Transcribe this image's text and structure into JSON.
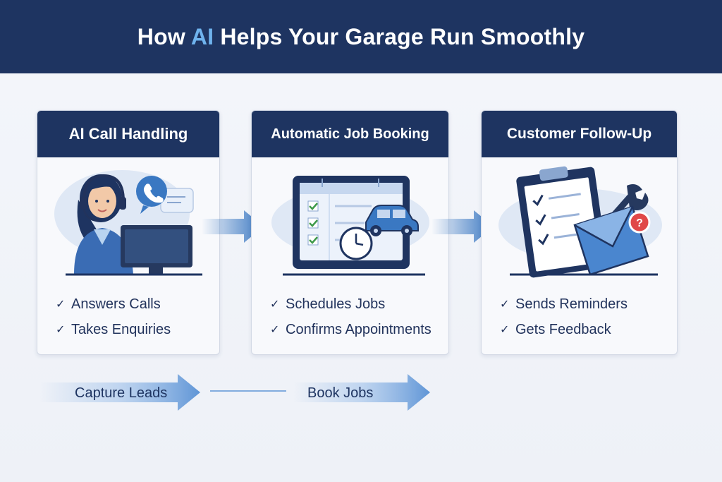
{
  "title": {
    "before": "How ",
    "accent": "AI",
    "after": " Helps Your Garage Run Smoothly"
  },
  "cards": [
    {
      "heading": "AI Call Handling",
      "bullets": [
        "Answers Calls",
        "Takes Enquiries"
      ]
    },
    {
      "heading": "Automatic Job Booking",
      "bullets": [
        "Schedules Jobs",
        "Confirms Appointments"
      ]
    },
    {
      "heading": "Customer Follow-Up",
      "bullets": [
        "Sends Reminders",
        "Gets Feedback"
      ]
    }
  ],
  "check_glyph": "✓",
  "bottom_flow": [
    "Capture Leads",
    "Book Jobs"
  ],
  "colors": {
    "navy": "#1e3461",
    "accent": "#6fb3ee",
    "arrow_blue": "#3a78c2",
    "alert_red": "#e04848"
  }
}
